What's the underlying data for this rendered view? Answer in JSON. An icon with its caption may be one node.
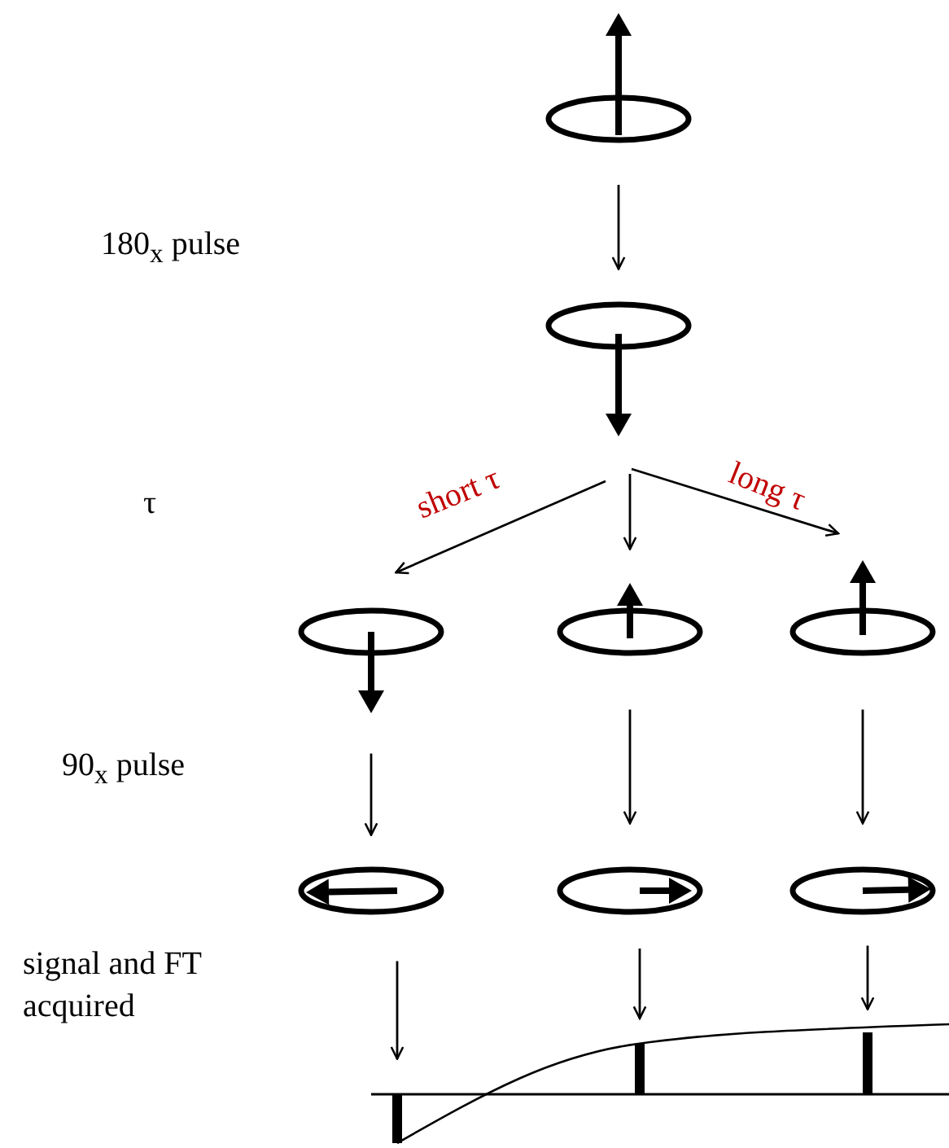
{
  "diagram": {
    "nodes": [
      {
        "text": [],
        "shape": "ellipse"
      },
      {
        "text": [],
        "shape": "ellipse"
      },
      {
        "text": [],
        "shape": "ellipse"
      },
      {
        "text": [],
        "shape": "ellipse"
      },
      {
        "text": [],
        "shape": "ellipse"
      },
      {
        "text": [],
        "shape": "ellipse"
      },
      {
        "text": [],
        "shape": "ellipse"
      },
      {
        "text": [],
        "shape": "ellipse"
      },
      {
        "text": [],
        "shape": "bar"
      },
      {
        "text": [],
        "shape": "bar"
      },
      {
        "text": [],
        "shape": "bar"
      }
    ],
    "edges": [
      {
        "from": 0,
        "to": 1,
        "arrow": "to"
      },
      {
        "from": 1,
        "to": 2,
        "arrow": "to",
        "label": "short τ"
      },
      {
        "from": 1,
        "to": 3,
        "arrow": "to"
      },
      {
        "from": 1,
        "to": 4,
        "arrow": "to",
        "label": "long τ"
      },
      {
        "from": 2,
        "to": 5,
        "arrow": "to"
      },
      {
        "from": 3,
        "to": 6,
        "arrow": "to"
      },
      {
        "from": 4,
        "to": 7,
        "arrow": "to"
      },
      {
        "from": 5,
        "to": 8,
        "arrow": "to"
      },
      {
        "from": 6,
        "to": 9,
        "arrow": "to"
      },
      {
        "from": 7,
        "to": 10,
        "arrow": "to"
      }
    ],
    "labels": [
      "180$_{x}$ pulse",
      "τ",
      "90$_{x}$ pulse",
      "signal and FT acquired"
    ]
  }
}
